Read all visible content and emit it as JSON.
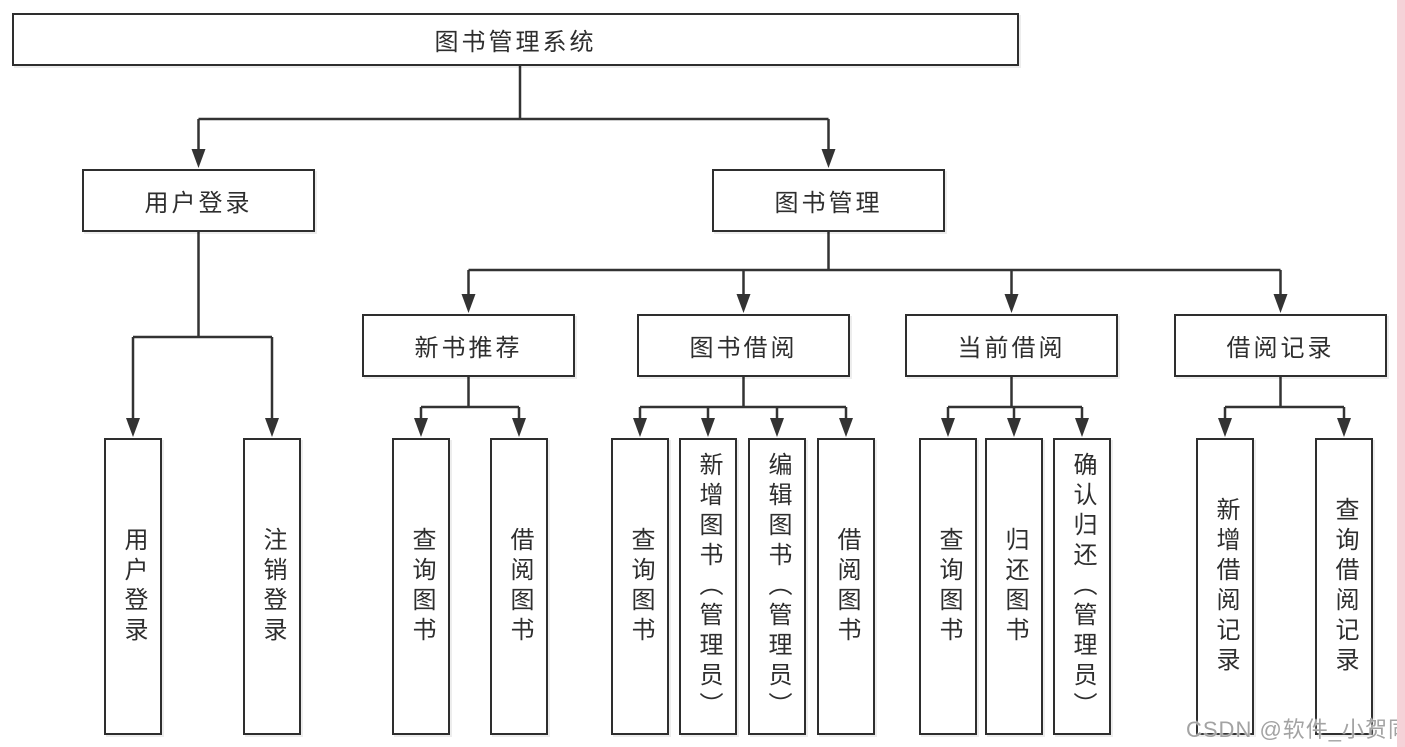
{
  "tree": {
    "root": {
      "label": "图书管理系统"
    },
    "branches": [
      {
        "label": "用户登录",
        "children": [
          {
            "label": "用户登录"
          },
          {
            "label": "注销登录"
          }
        ]
      },
      {
        "label": "图书管理",
        "children": [
          {
            "label": "新书推荐",
            "children": [
              {
                "label": "查询图书"
              },
              {
                "label": "借阅图书"
              }
            ]
          },
          {
            "label": "图书借阅",
            "children": [
              {
                "label": "查询图书"
              },
              {
                "label": "新增图书（管理员）"
              },
              {
                "label": "编辑图书（管理员）"
              },
              {
                "label": "借阅图书"
              }
            ]
          },
          {
            "label": "当前借阅",
            "children": [
              {
                "label": "查询图书"
              },
              {
                "label": "归还图书"
              },
              {
                "label": "确认归还（管理员）"
              }
            ]
          },
          {
            "label": "借阅记录",
            "children": [
              {
                "label": "新增借阅记录"
              },
              {
                "label": "查询借阅记录"
              }
            ]
          }
        ]
      }
    ]
  },
  "watermark": {
    "text": "CSDN @软件_小贺同学"
  },
  "colors": {
    "line": "#333333",
    "box_border": "#2e2e2e",
    "box_fill": "#ffffff",
    "text": "#2e2e2e",
    "watermark": "#a3a3a3",
    "right_strip": "#f5d2d8",
    "background": "#ffffff"
  }
}
